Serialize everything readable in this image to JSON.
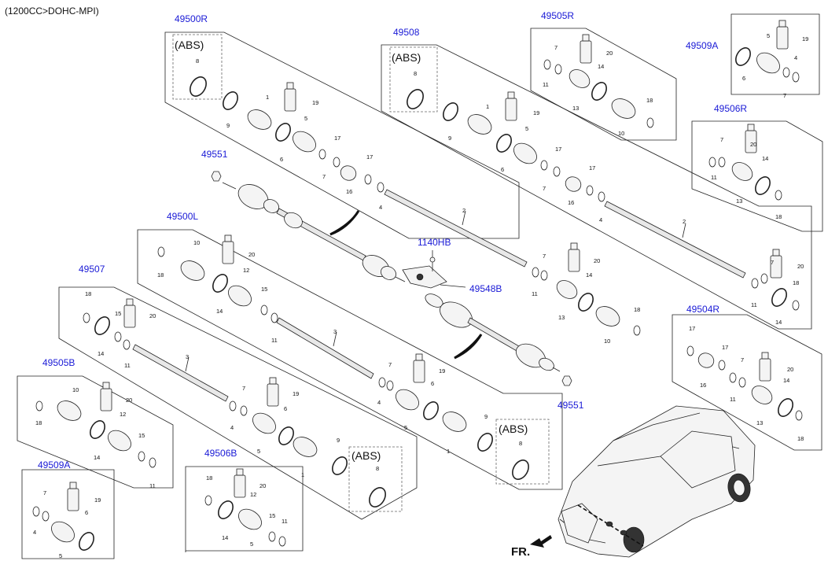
{
  "header": "(1200CC>DOHC-MPI)",
  "abs_label": "(ABS)",
  "direction": "FR.",
  "refs": {
    "r49500R": "49500R",
    "r49508": "49508",
    "r49505R_top": "49505R",
    "r49509A_top": "49509A",
    "r49506R": "49506R",
    "r49551_top": "49551",
    "r49500L": "49500L",
    "r1140HB": "1140HB",
    "r49548B": "49548B",
    "r49507": "49507",
    "r49504R": "49504R",
    "r49505B": "49505B",
    "r49551_bottom": "49551",
    "r49509A_bottom": "49509A",
    "r49506B": "49506B"
  },
  "part_numbers": [
    "1",
    "2",
    "3",
    "4",
    "5",
    "6",
    "7",
    "8",
    "9",
    "10",
    "11",
    "12",
    "13",
    "14",
    "15",
    "16",
    "17",
    "18",
    "19",
    "20"
  ]
}
